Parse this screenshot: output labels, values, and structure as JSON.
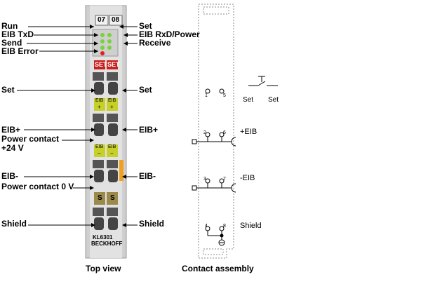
{
  "left_labels": {
    "run": "Run",
    "eib_txd": "EIB TxD",
    "send": "Send",
    "eib_error": "EIB Error",
    "set": "Set",
    "eib_plus": "EIB+",
    "power_contact_24v_line1": "Power contact",
    "power_contact_24v_line2": "+24 V",
    "eib_minus": "EIB-",
    "power_contact_0v": "Power contact 0 V",
    "shield": "Shield"
  },
  "right_labels": {
    "set_top": "Set",
    "eib_rxd_power": "EIB RxD/Power",
    "receive": "Receive",
    "set": "Set",
    "eib_plus": "EIB+",
    "eib_minus": "EIB-",
    "shield": "Shield"
  },
  "module": {
    "top_numbers": [
      "07",
      "08"
    ],
    "set_tags": [
      "SET",
      "SET"
    ],
    "eib_tags": [
      "EIB",
      "EIB"
    ],
    "eib_plus_signs": [
      "+",
      "+"
    ],
    "eib_minus_signs": [
      "−",
      "−"
    ],
    "s_tags": [
      "S",
      "S"
    ],
    "model": "KL6301",
    "brand": "BECKHOFF"
  },
  "contact": {
    "pin_numbers": [
      "1",
      "5",
      "2",
      "6",
      "3",
      "7",
      "4",
      "8"
    ],
    "switch_labels": [
      "Set",
      "Set"
    ],
    "eib_plus": "+EIB",
    "eib_minus": "-EIB",
    "shield": "Shield"
  },
  "captions": {
    "top_view": "Top view",
    "contact_assembly": "Contact assembly"
  },
  "colors": {
    "module_body": "#d8d8d8",
    "set_red": "#c8201c",
    "eib_yellow": "#c7cf2a",
    "s_brown": "#9c8a4a",
    "led_green": "#7ad23a",
    "orange_tab": "#f0a020"
  }
}
